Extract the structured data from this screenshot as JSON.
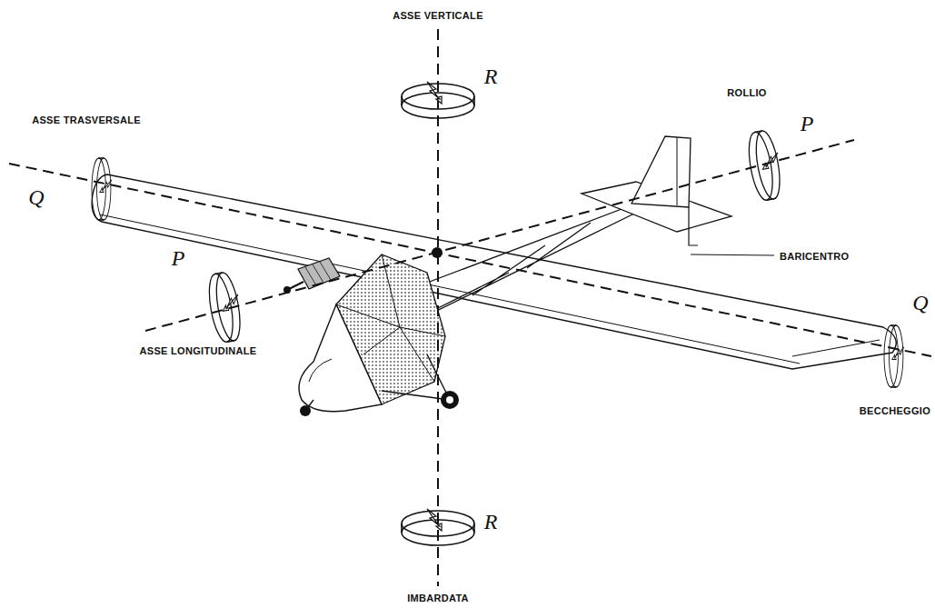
{
  "diagram": {
    "labels": [
      "ASSE VERTICALE",
      "R",
      "ASSE TRASVERSALE",
      "ROLLIO",
      "P",
      "Q",
      "P",
      "BARICENTRO",
      "Q",
      "ASSE LONGITUDINALE",
      "BECCHEGGIO",
      "R",
      "IMBARDATA"
    ]
  }
}
